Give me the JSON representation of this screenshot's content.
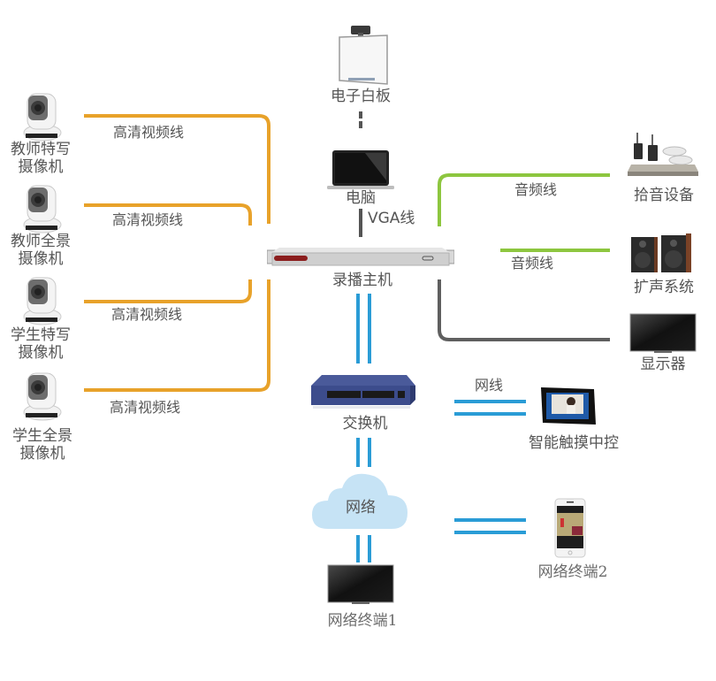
{
  "colors": {
    "video_line": "#E8A22A",
    "audio_line": "#8DC63F",
    "display_line": "#5F5F5F",
    "vga_line": "#555555",
    "network_line": "#2A9CD6",
    "cloud_fill": "#C6E3F5",
    "text": "#555555"
  },
  "devices": {
    "whiteboard": {
      "label": "电子白板",
      "icon": "interactive-whiteboard-icon"
    },
    "computer": {
      "label": "电脑",
      "icon": "laptop-icon"
    },
    "recorder": {
      "label": "录播主机",
      "icon": "rack-server-icon"
    },
    "teacher_closeup_cam": {
      "label_line1": "教师特写",
      "label_line2": "摄像机",
      "icon": "ptz-camera-icon"
    },
    "teacher_panorama_cam": {
      "label_line1": "教师全景",
      "label_line2": "摄像机",
      "icon": "ptz-camera-icon"
    },
    "student_closeup_cam": {
      "label_line1": "学生特写",
      "label_line2": "摄像机",
      "icon": "ptz-camera-icon"
    },
    "student_panorama_cam": {
      "label_line1": "学生全景",
      "label_line2": "摄像机",
      "icon": "ptz-camera-icon"
    },
    "audio_pickup": {
      "label": "拾音设备",
      "icon": "microphone-receiver-icon"
    },
    "speakers": {
      "label": "扩声系统",
      "icon": "speakers-icon"
    },
    "display": {
      "label": "显示器",
      "icon": "monitor-icon"
    },
    "switch": {
      "label": "交换机",
      "icon": "network-switch-icon"
    },
    "touch_panel": {
      "label": "智能触摸中控",
      "icon": "touch-panel-icon"
    },
    "network": {
      "label": "网络",
      "icon": "cloud-icon"
    },
    "terminal1": {
      "label": "网络终端1",
      "icon": "tv-icon"
    },
    "terminal2": {
      "label": "网络终端2",
      "icon": "smartphone-icon"
    }
  },
  "connections": {
    "video1": {
      "label": "高清视频线"
    },
    "video2": {
      "label": "高清视频线"
    },
    "video3": {
      "label": "高清视频线"
    },
    "video4": {
      "label": "高清视频线"
    },
    "audio1": {
      "label": "音频线"
    },
    "audio2": {
      "label": "音频线"
    },
    "vga": {
      "label": "VGA线"
    },
    "lan": {
      "label": "网线"
    }
  }
}
